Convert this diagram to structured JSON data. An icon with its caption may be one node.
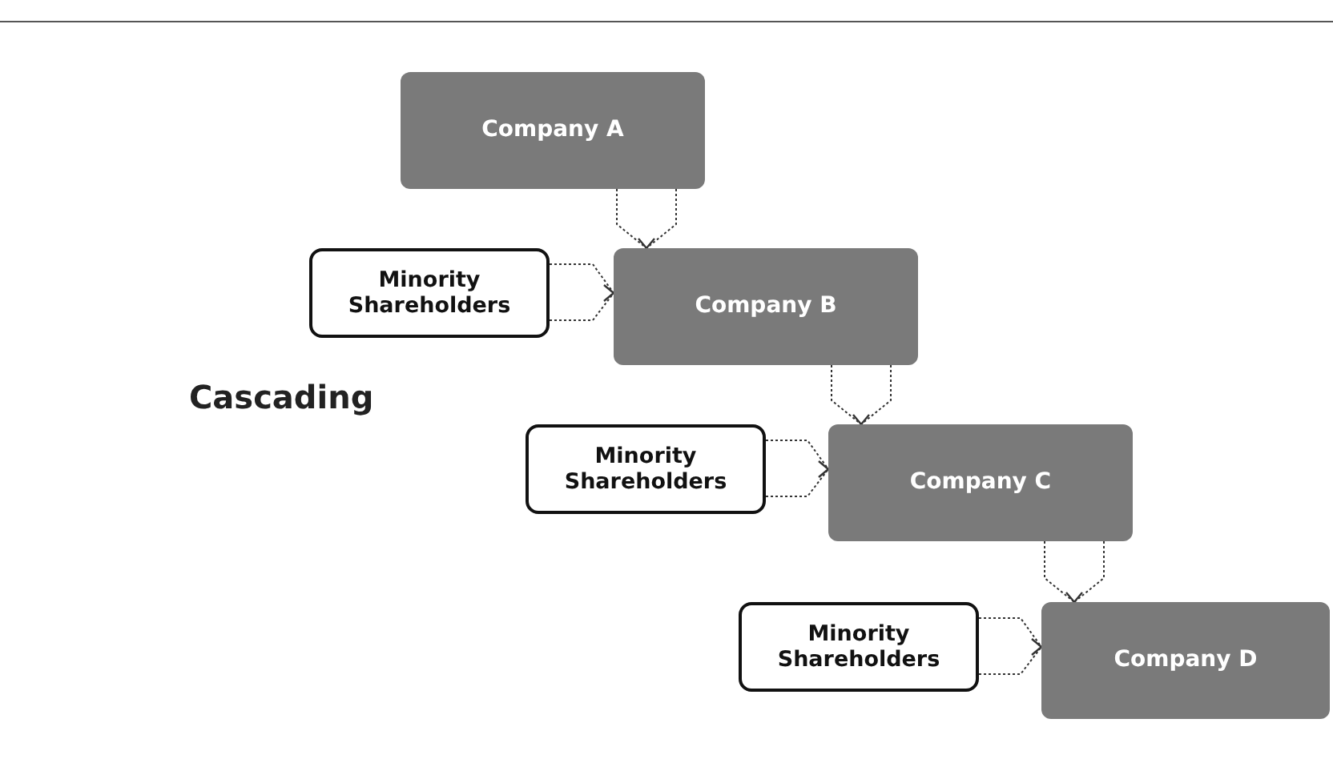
{
  "diagram": {
    "title": "Cascading",
    "nodes": [
      {
        "text": [
          "Company A"
        ]
      },
      {
        "text": [
          "Minority Shareholders"
        ]
      },
      {
        "text": [
          "Company B"
        ]
      },
      {
        "text": [
          "Minority Shareholders"
        ]
      },
      {
        "text": [
          "Company C"
        ]
      },
      {
        "text": [
          "Minority Shareholders"
        ]
      },
      {
        "text": [
          "Company D"
        ]
      }
    ],
    "edges": [
      {
        "from": 0,
        "to": 2,
        "arrow": "to"
      },
      {
        "from": 1,
        "to": 2,
        "arrow": "to"
      },
      {
        "from": 2,
        "to": 4,
        "arrow": "to"
      },
      {
        "from": 3,
        "to": 4,
        "arrow": "to"
      },
      {
        "from": 4,
        "to": 6,
        "arrow": "to"
      },
      {
        "from": 5,
        "to": 6,
        "arrow": "to"
      }
    ]
  }
}
